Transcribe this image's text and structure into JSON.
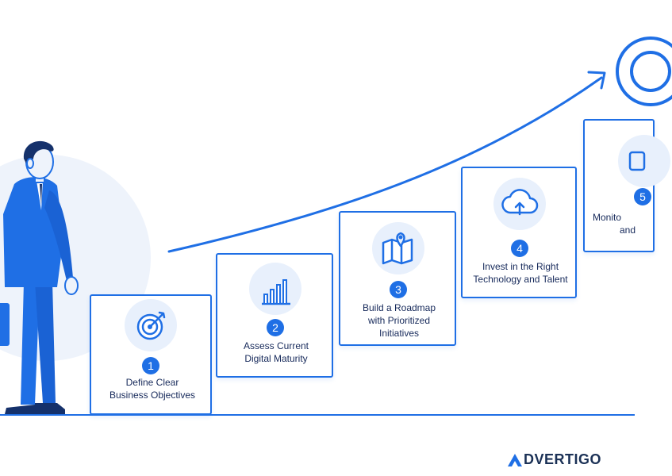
{
  "steps": [
    {
      "number": "1",
      "label_line1": "Define Clear",
      "label_line2": "Business Objectives",
      "icon": "target-icon"
    },
    {
      "number": "2",
      "label_line1": "Assess Current",
      "label_line2": "Digital Maturity",
      "icon": "bar-chart-icon"
    },
    {
      "number": "3",
      "label_line1": "Build a Roadmap",
      "label_line2": "with Prioritized",
      "label_line3": "Initiatives",
      "icon": "map-pin-icon"
    },
    {
      "number": "4",
      "label_line1": "Invest in the Right",
      "label_line2": "Technology and Talent",
      "icon": "cloud-upload-icon"
    },
    {
      "number": "5",
      "label_line1": "Monito",
      "label_line2": "and",
      "icon": "monitor-icon"
    }
  ],
  "brand": {
    "name": "ADVERTIGO",
    "text": "DVERTIGO"
  },
  "colors": {
    "accent": "#1f6fe5",
    "text": "#16295a",
    "icon_bg": "#e8f0fc",
    "brand": "#1b3156"
  }
}
